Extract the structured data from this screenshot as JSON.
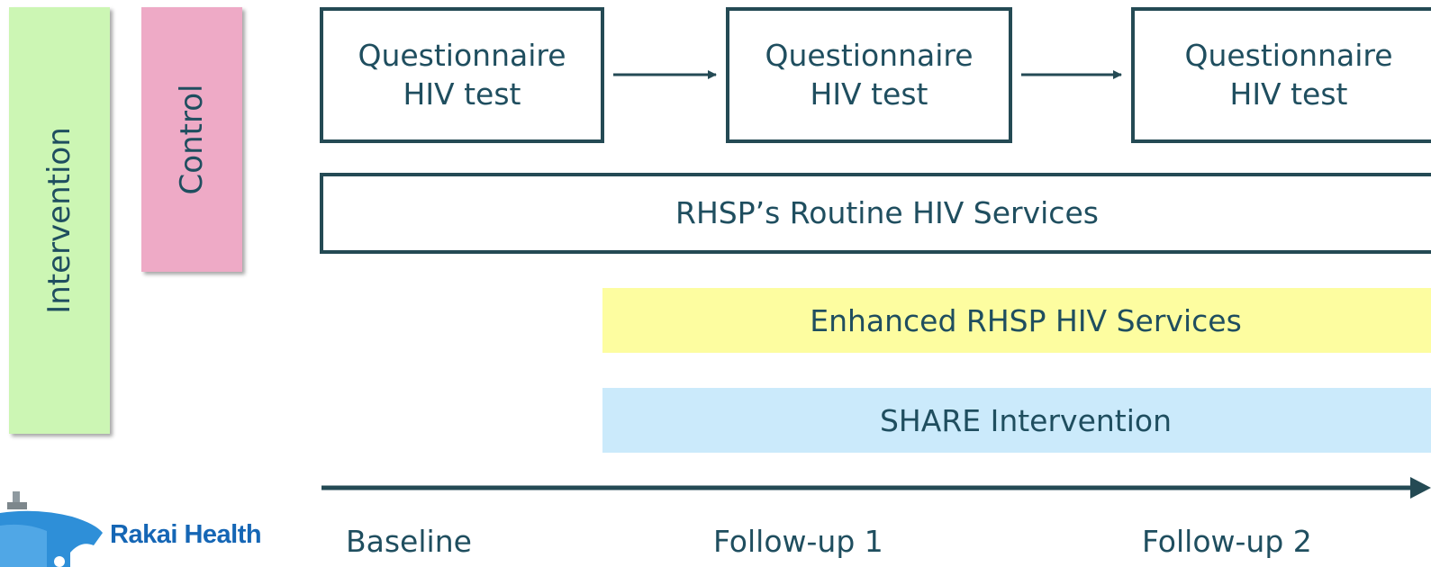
{
  "arms": {
    "intervention": "Intervention",
    "control": "Control"
  },
  "rounds": [
    {
      "line1": "Questionnaire",
      "line2": "HIV test"
    },
    {
      "line1": "Questionnaire",
      "line2": "HIV test"
    },
    {
      "line1": "Questionnaire",
      "line2": "HIV test"
    }
  ],
  "services": {
    "routine": "RHSP’s Routine HIV Services",
    "enhanced": "Enhanced RHSP HIV Services",
    "share": "SHARE Intervention"
  },
  "timeline": [
    "Baseline",
    "Follow-up 1",
    "Follow-up 2"
  ],
  "logo": {
    "text": "Rakai Health"
  },
  "colors": {
    "intervention": "#ccf6b4",
    "control": "#eeaac6",
    "enhanced": "#fdfda0",
    "share": "#cbeafb",
    "stroke": "#244a54",
    "text": "#1f4e5f",
    "logo_blue": "#1566b5"
  }
}
